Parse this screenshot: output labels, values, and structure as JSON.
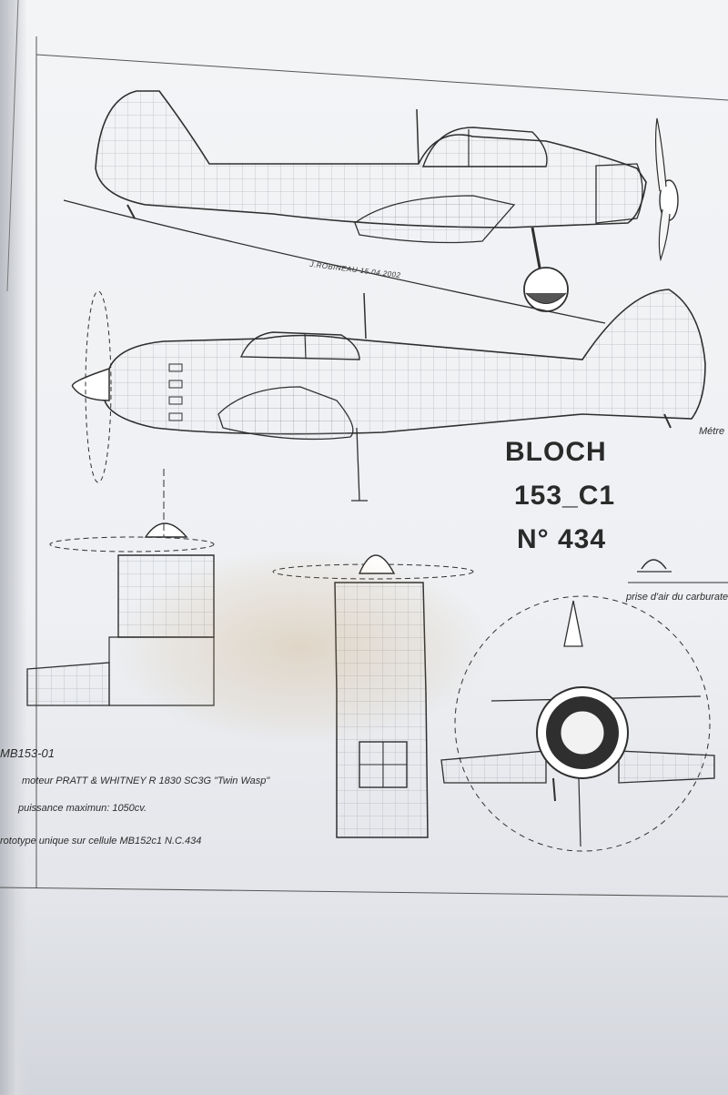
{
  "title": {
    "line1": "BLOCH",
    "line2": "153_C1",
    "line3": "N° 434"
  },
  "signature": "J.ROBINEAU 15.04.2002",
  "partial_right_label": "Métre",
  "carburetor_caption": "prise d'air du carburateur",
  "notes": {
    "model": "MB153-01",
    "engine": "moteur PRATT & WHITNEY R 1830 SC3G \"Twin Wasp\"",
    "power": "puissance maximun: 1050cv.",
    "prototype": "rototype unique sur cellule MB152c1 N.C.434"
  },
  "accent_color": "#2a2a2a"
}
